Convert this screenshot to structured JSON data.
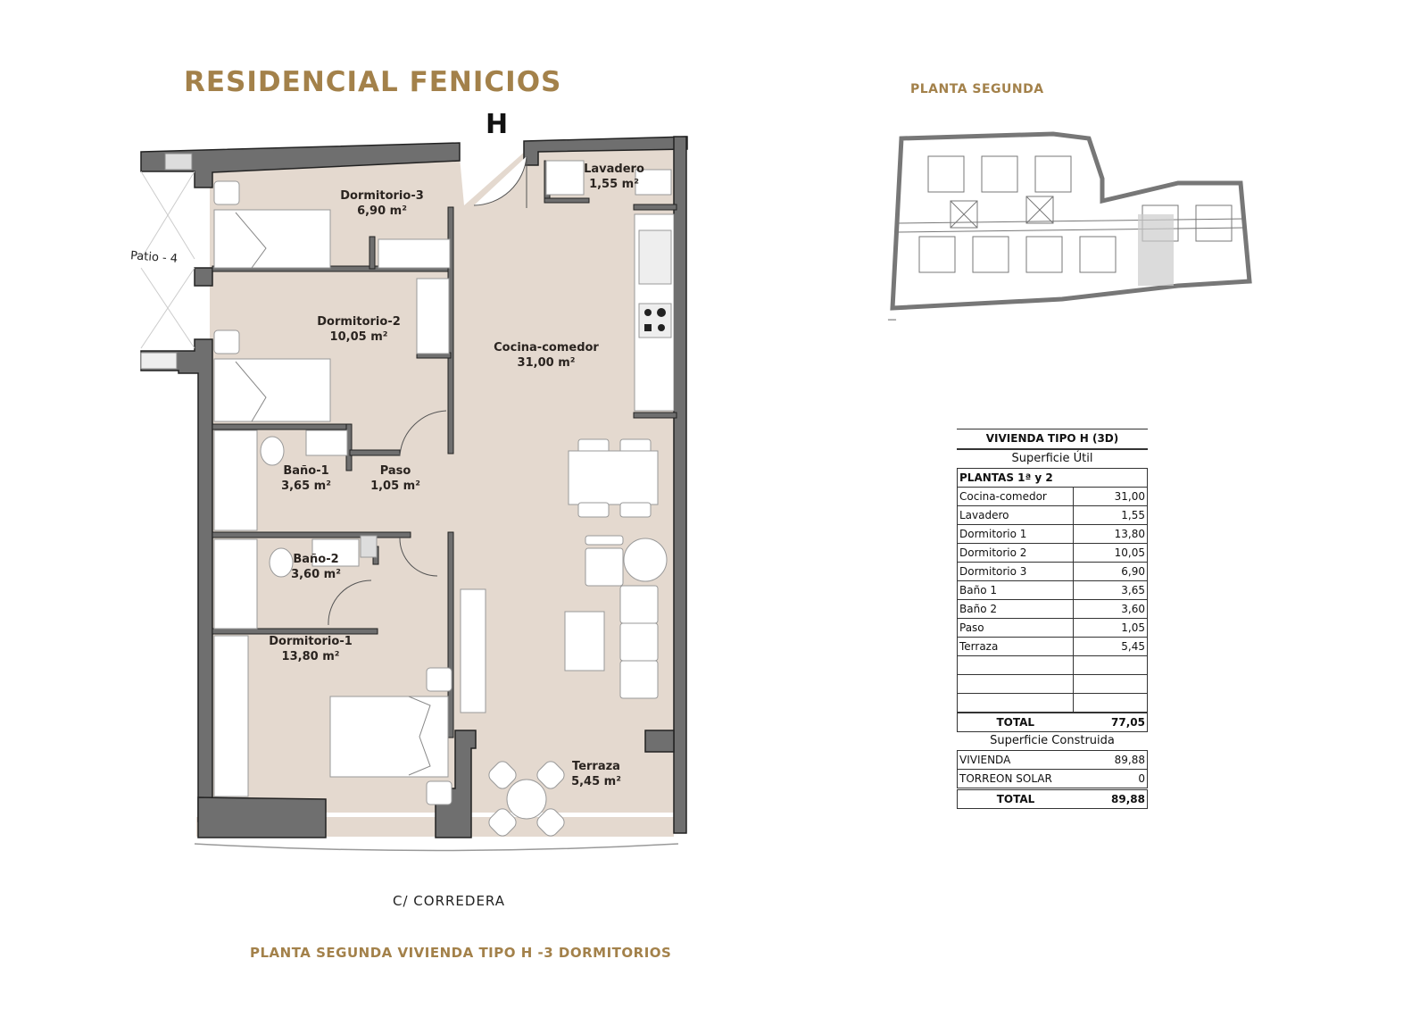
{
  "header": {
    "title": "RESIDENCIAL FENICIOS",
    "unit_letter": "H",
    "floor_title": "PLANTA SEGUNDA"
  },
  "plan": {
    "patio_label": "Patio - 4",
    "street_label": "C/ CORREDERA",
    "rooms": [
      {
        "name": "Dormitorio-3",
        "area": "6,90 m²"
      },
      {
        "name": "Dormitorio-2",
        "area": "10,05 m²"
      },
      {
        "name": "Lavadero",
        "area": "1,55 m²"
      },
      {
        "name": "Cocina-comedor",
        "area": "31,00 m²"
      },
      {
        "name": "Baño-1",
        "area": "3,65 m²"
      },
      {
        "name": "Paso",
        "area": "1,05 m²"
      },
      {
        "name": "Baño-2",
        "area": "3,60 m²"
      },
      {
        "name": "Dormitorio-1",
        "area": "13,80 m²"
      },
      {
        "name": "Terraza",
        "area": "5,45 m²"
      }
    ],
    "colors": {
      "floor": "#e4d9cf",
      "wall": "#6f6f6f",
      "wall_outline": "#222222",
      "furniture": "#ffffff",
      "accent_gold": "#a3814a"
    }
  },
  "table": {
    "title": "VIVIENDA TIPO H (3D)",
    "useful_caption": "Superficie Útil",
    "section": "PLANTAS  1ª  y  2",
    "rows": [
      {
        "label": "Cocina-comedor",
        "value": "31,00"
      },
      {
        "label": "Lavadero",
        "value": "1,55"
      },
      {
        "label": "Dormitorio 1",
        "value": "13,80"
      },
      {
        "label": "Dormitorio 2",
        "value": "10,05"
      },
      {
        "label": "Dormitorio 3",
        "value": "6,90"
      },
      {
        "label": "Baño 1",
        "value": "3,65"
      },
      {
        "label": "Baño 2",
        "value": "3,60"
      },
      {
        "label": "Paso",
        "value": "1,05"
      },
      {
        "label": "Terraza",
        "value": "5,45"
      }
    ],
    "useful_total_label": "TOTAL",
    "useful_total_value": "77,05",
    "built_caption": "Superficie Construida",
    "built_rows": [
      {
        "label": "VIVIENDA",
        "value": "89,88"
      },
      {
        "label": "TORREON SOLAR",
        "value": "0"
      }
    ],
    "built_total_label": "TOTAL",
    "built_total_value": "89,88"
  },
  "footer": {
    "caption": "PLANTA SEGUNDA VIVIENDA TIPO H -3 DORMITORIOS"
  }
}
